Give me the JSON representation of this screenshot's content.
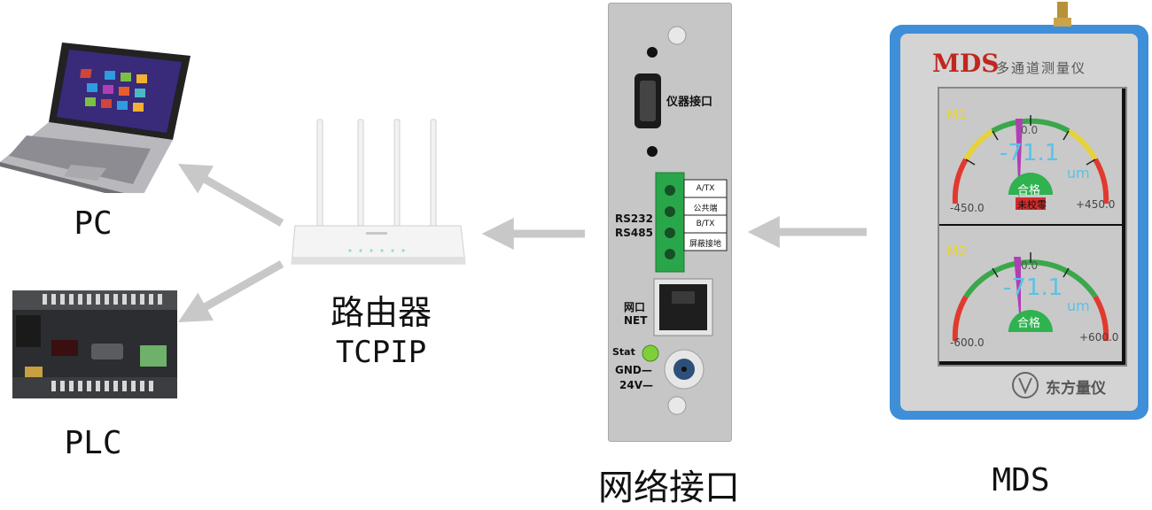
{
  "devices": {
    "pc": {
      "label": "PC"
    },
    "plc": {
      "label": "PLC"
    },
    "router": {
      "label": "路由器",
      "sublabel": "TCPIP"
    },
    "interface": {
      "label": "网络接口",
      "port_label": "仪器接口",
      "serial_label_1": "RS232",
      "serial_label_2": "RS485",
      "terminals": [
        "A/TX",
        "公共端",
        "B/TX",
        "屏蔽接地"
      ],
      "net_label_1": "网口",
      "net_label_2": "NET",
      "stat_label": "Stat",
      "gnd_label": "GND—",
      "v24_label": "24V—"
    },
    "mds": {
      "label": "MDS",
      "brand": "MDS",
      "model": "多通道测量仪",
      "maker": "东方量仪",
      "gauges": [
        {
          "channel": "M1",
          "center": "0.0",
          "value": "-71.1",
          "unit": "um",
          "status": "合格",
          "alert": "未校零",
          "min": "-450.0",
          "max": "+450.0"
        },
        {
          "channel": "M2",
          "center": "0.0",
          "value": "-71.1",
          "unit": "um",
          "status": "合格",
          "alert": "",
          "min": "-600.0",
          "max": "+600.0"
        }
      ]
    }
  },
  "colors": {
    "arrow": "#c8c8c8",
    "panel": "#c4c4c4",
    "mds_frame": "#3f8fd8",
    "gauge_value": "#58c3e8",
    "ok_green": "#2fb24f"
  }
}
